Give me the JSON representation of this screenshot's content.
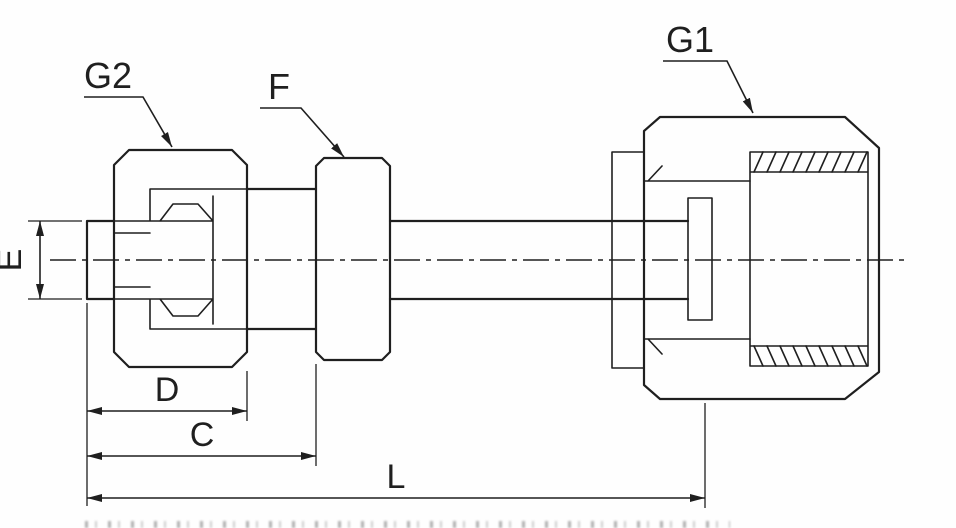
{
  "diagram": {
    "labels": {
      "g1": "G1",
      "g2": "G2",
      "f": "F",
      "e": "E",
      "d": "D",
      "c": "C",
      "l": "L"
    },
    "colors": {
      "line": "#1f1f1f",
      "background": "#fefefe"
    }
  }
}
